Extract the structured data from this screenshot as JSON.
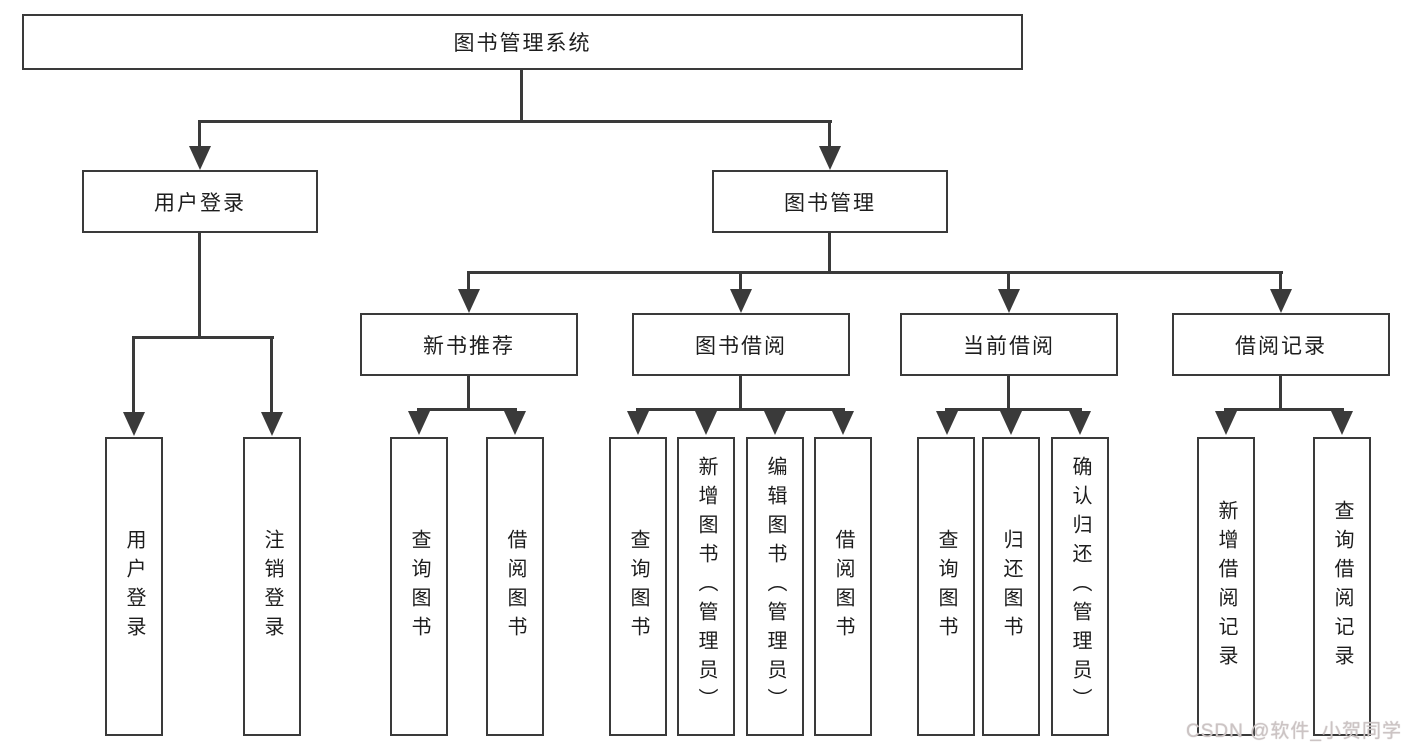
{
  "tree": {
    "label": "图书管理系统",
    "children": [
      {
        "label": "用户登录",
        "children": [
          {
            "label": "用户登录"
          },
          {
            "label": "注销登录"
          }
        ]
      },
      {
        "label": "图书管理",
        "children": [
          {
            "label": "新书推荐",
            "children": [
              {
                "label": "查询图书"
              },
              {
                "label": "借阅图书"
              }
            ]
          },
          {
            "label": "图书借阅",
            "children": [
              {
                "label": "查询图书"
              },
              {
                "label": "新增图书（管理员）"
              },
              {
                "label": "编辑图书（管理员）"
              },
              {
                "label": "借阅图书"
              }
            ]
          },
          {
            "label": "当前借阅",
            "children": [
              {
                "label": "查询图书"
              },
              {
                "label": "归还图书"
              },
              {
                "label": "确认归还（管理员）"
              }
            ]
          },
          {
            "label": "借阅记录",
            "children": [
              {
                "label": "新增借阅记录"
              },
              {
                "label": "查询借阅记录"
              }
            ]
          }
        ]
      }
    ]
  },
  "watermark": {
    "text": "CSDN @软件_小贺同学"
  },
  "colors": {
    "line": "#3a3a3a",
    "text": "#1d1d1d",
    "background": "#ffffff",
    "watermark": "#ccc4c4"
  }
}
